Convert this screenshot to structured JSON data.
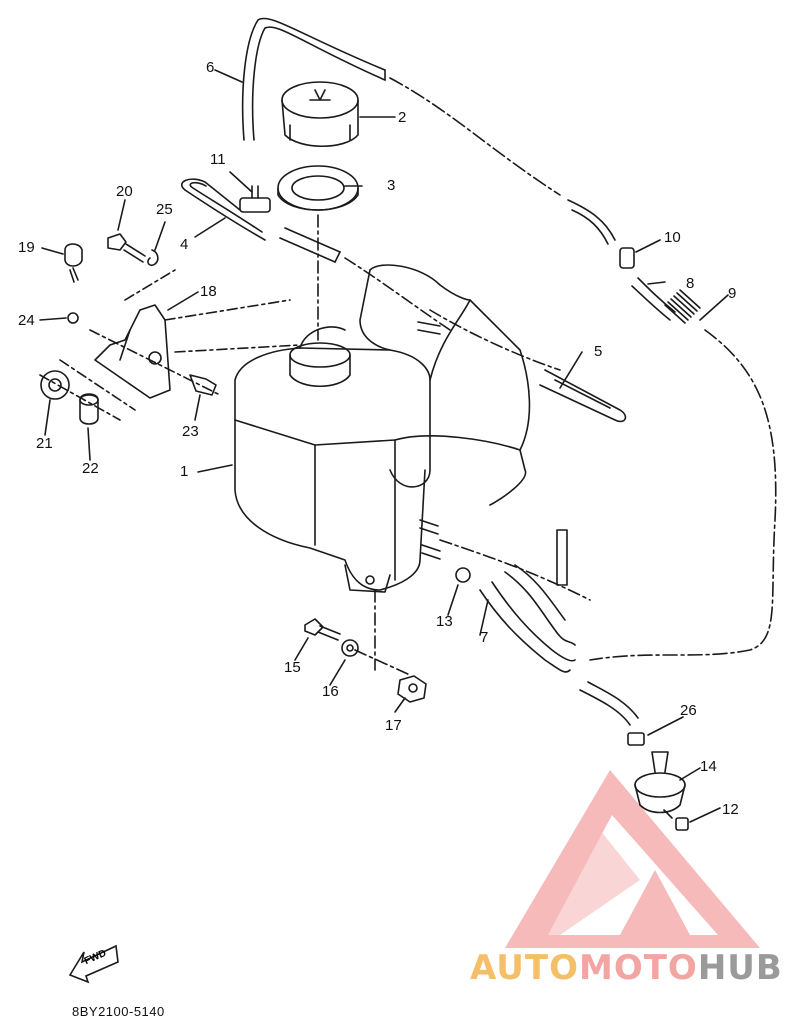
{
  "part_code": "8BY2100-5140",
  "fwd_label": "FWD",
  "watermark": {
    "part1": "AUTO",
    "part2": "MOTO",
    "part3": "HUB"
  },
  "callouts": [
    {
      "id": "1",
      "label": "1"
    },
    {
      "id": "2",
      "label": "2"
    },
    {
      "id": "3",
      "label": "3"
    },
    {
      "id": "4",
      "label": "4"
    },
    {
      "id": "5",
      "label": "5"
    },
    {
      "id": "6",
      "label": "6"
    },
    {
      "id": "7",
      "label": "7"
    },
    {
      "id": "8",
      "label": "8"
    },
    {
      "id": "9",
      "label": "9"
    },
    {
      "id": "10",
      "label": "10"
    },
    {
      "id": "11",
      "label": "11"
    },
    {
      "id": "12",
      "label": "12"
    },
    {
      "id": "13",
      "label": "13"
    },
    {
      "id": "14",
      "label": "14"
    },
    {
      "id": "15",
      "label": "15"
    },
    {
      "id": "16",
      "label": "16"
    },
    {
      "id": "17",
      "label": "17"
    },
    {
      "id": "18",
      "label": "18"
    },
    {
      "id": "19",
      "label": "19"
    },
    {
      "id": "20",
      "label": "20"
    },
    {
      "id": "21",
      "label": "21"
    },
    {
      "id": "22",
      "label": "22"
    },
    {
      "id": "23",
      "label": "23"
    },
    {
      "id": "24",
      "label": "24"
    },
    {
      "id": "25",
      "label": "25"
    },
    {
      "id": "26",
      "label": "26"
    }
  ],
  "colors": {
    "line": "#1a1a1a",
    "watermark_triangle": "#f19a9a",
    "watermark_auto": "#f5bf6a",
    "watermark_hub": "#9a9a9a"
  }
}
